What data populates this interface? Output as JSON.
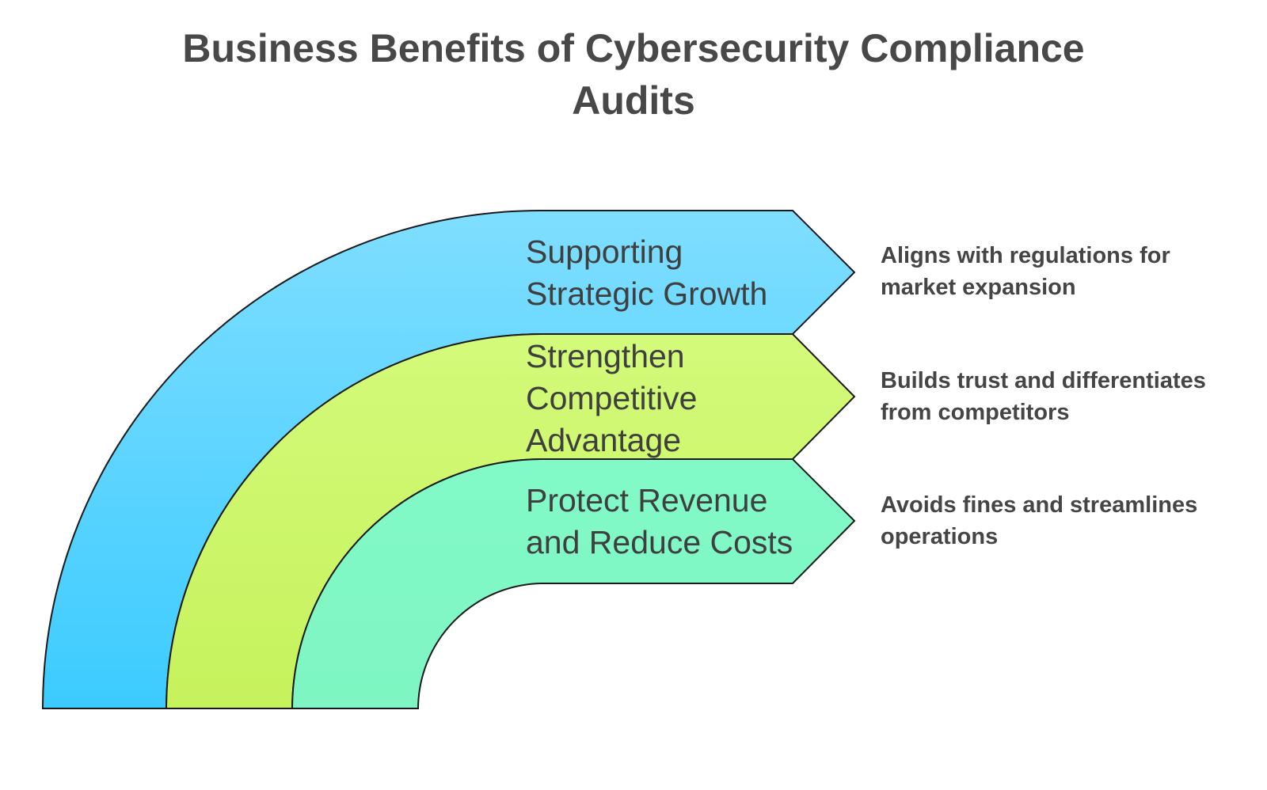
{
  "title": {
    "line1": "Business Benefits of Cybersecurity Compliance",
    "line2": "Audits"
  },
  "bands": [
    {
      "label_lines": [
        "Supporting",
        "Strategic Growth"
      ],
      "description_lines": [
        "Aligns with regulations for",
        "market expansion"
      ],
      "color_top": "#7fdeff",
      "color_bottom": "#3ccbff"
    },
    {
      "label_lines": [
        "Strengthen",
        "Competitive",
        "Advantage"
      ],
      "description_lines": [
        "Builds trust and differentiates",
        "from competitors"
      ],
      "color_top": "#d4fa7a",
      "color_bottom": "#c6f25c"
    },
    {
      "label_lines": [
        "Protect Revenue",
        "and Reduce Costs"
      ],
      "description_lines": [
        "Avoids fines and streamlines",
        "operations"
      ],
      "color_top": "#82fac8",
      "color_bottom": "#7ef5c2"
    }
  ]
}
